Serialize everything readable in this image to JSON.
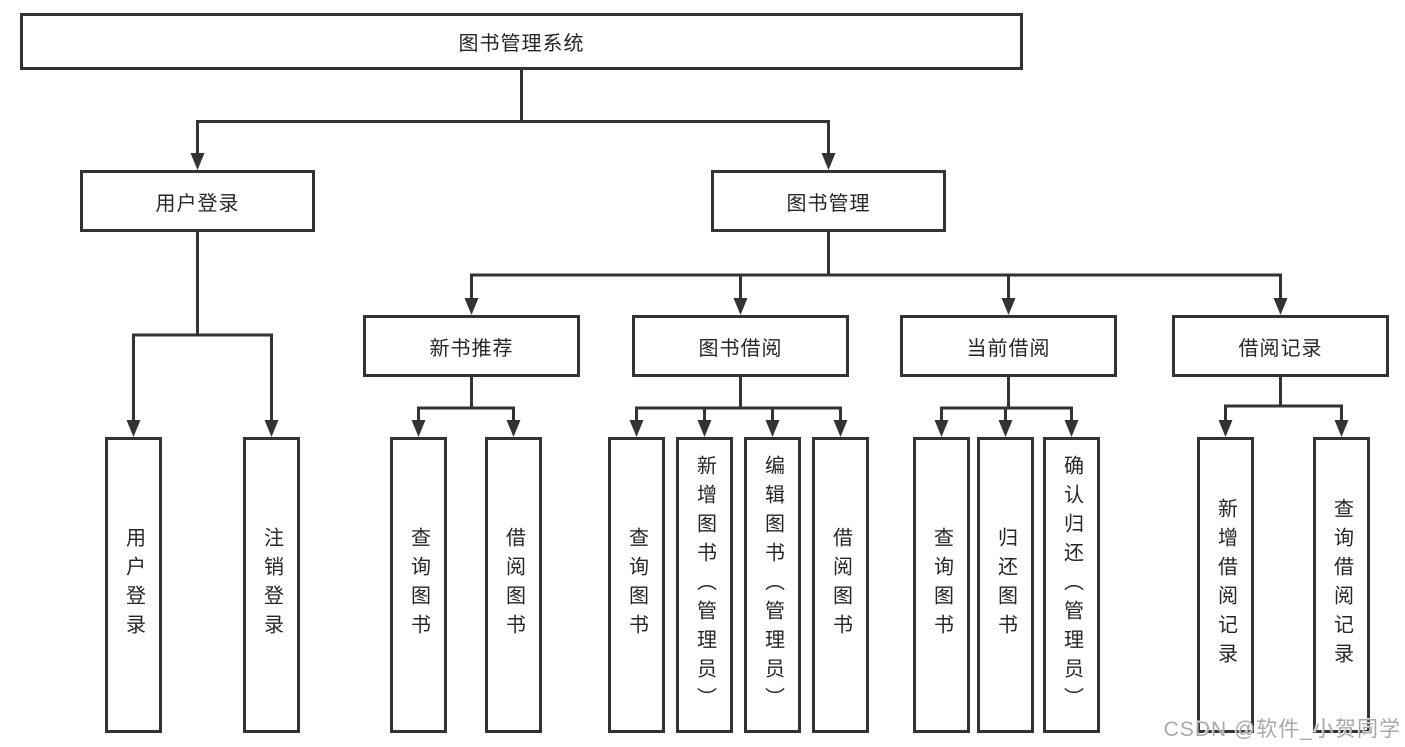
{
  "title": "图书管理系统",
  "user_branch": {
    "label": "用户登录",
    "leaves": [
      "用户登录",
      "注销登录"
    ]
  },
  "book_branch": {
    "label": "图书管理",
    "sections": [
      {
        "label": "新书推荐",
        "leaves": [
          "查询图书",
          "借阅图书"
        ]
      },
      {
        "label": "图书借阅",
        "leaves": [
          "查询图书",
          "新增图书（管理员）",
          "编辑图书（管理员）",
          "借阅图书"
        ]
      },
      {
        "label": "当前借阅",
        "leaves": [
          "查询图书",
          "归还图书",
          "确认归还（管理员）"
        ]
      },
      {
        "label": "借阅记录",
        "leaves": [
          "新增借阅记录",
          "查询借阅记录"
        ]
      }
    ]
  },
  "watermark": "CSDN @软件_小贺同学",
  "colors": {
    "line": "#333333",
    "text": "#262626",
    "watermark": "#a4a9ae",
    "background": "#ffffff"
  }
}
